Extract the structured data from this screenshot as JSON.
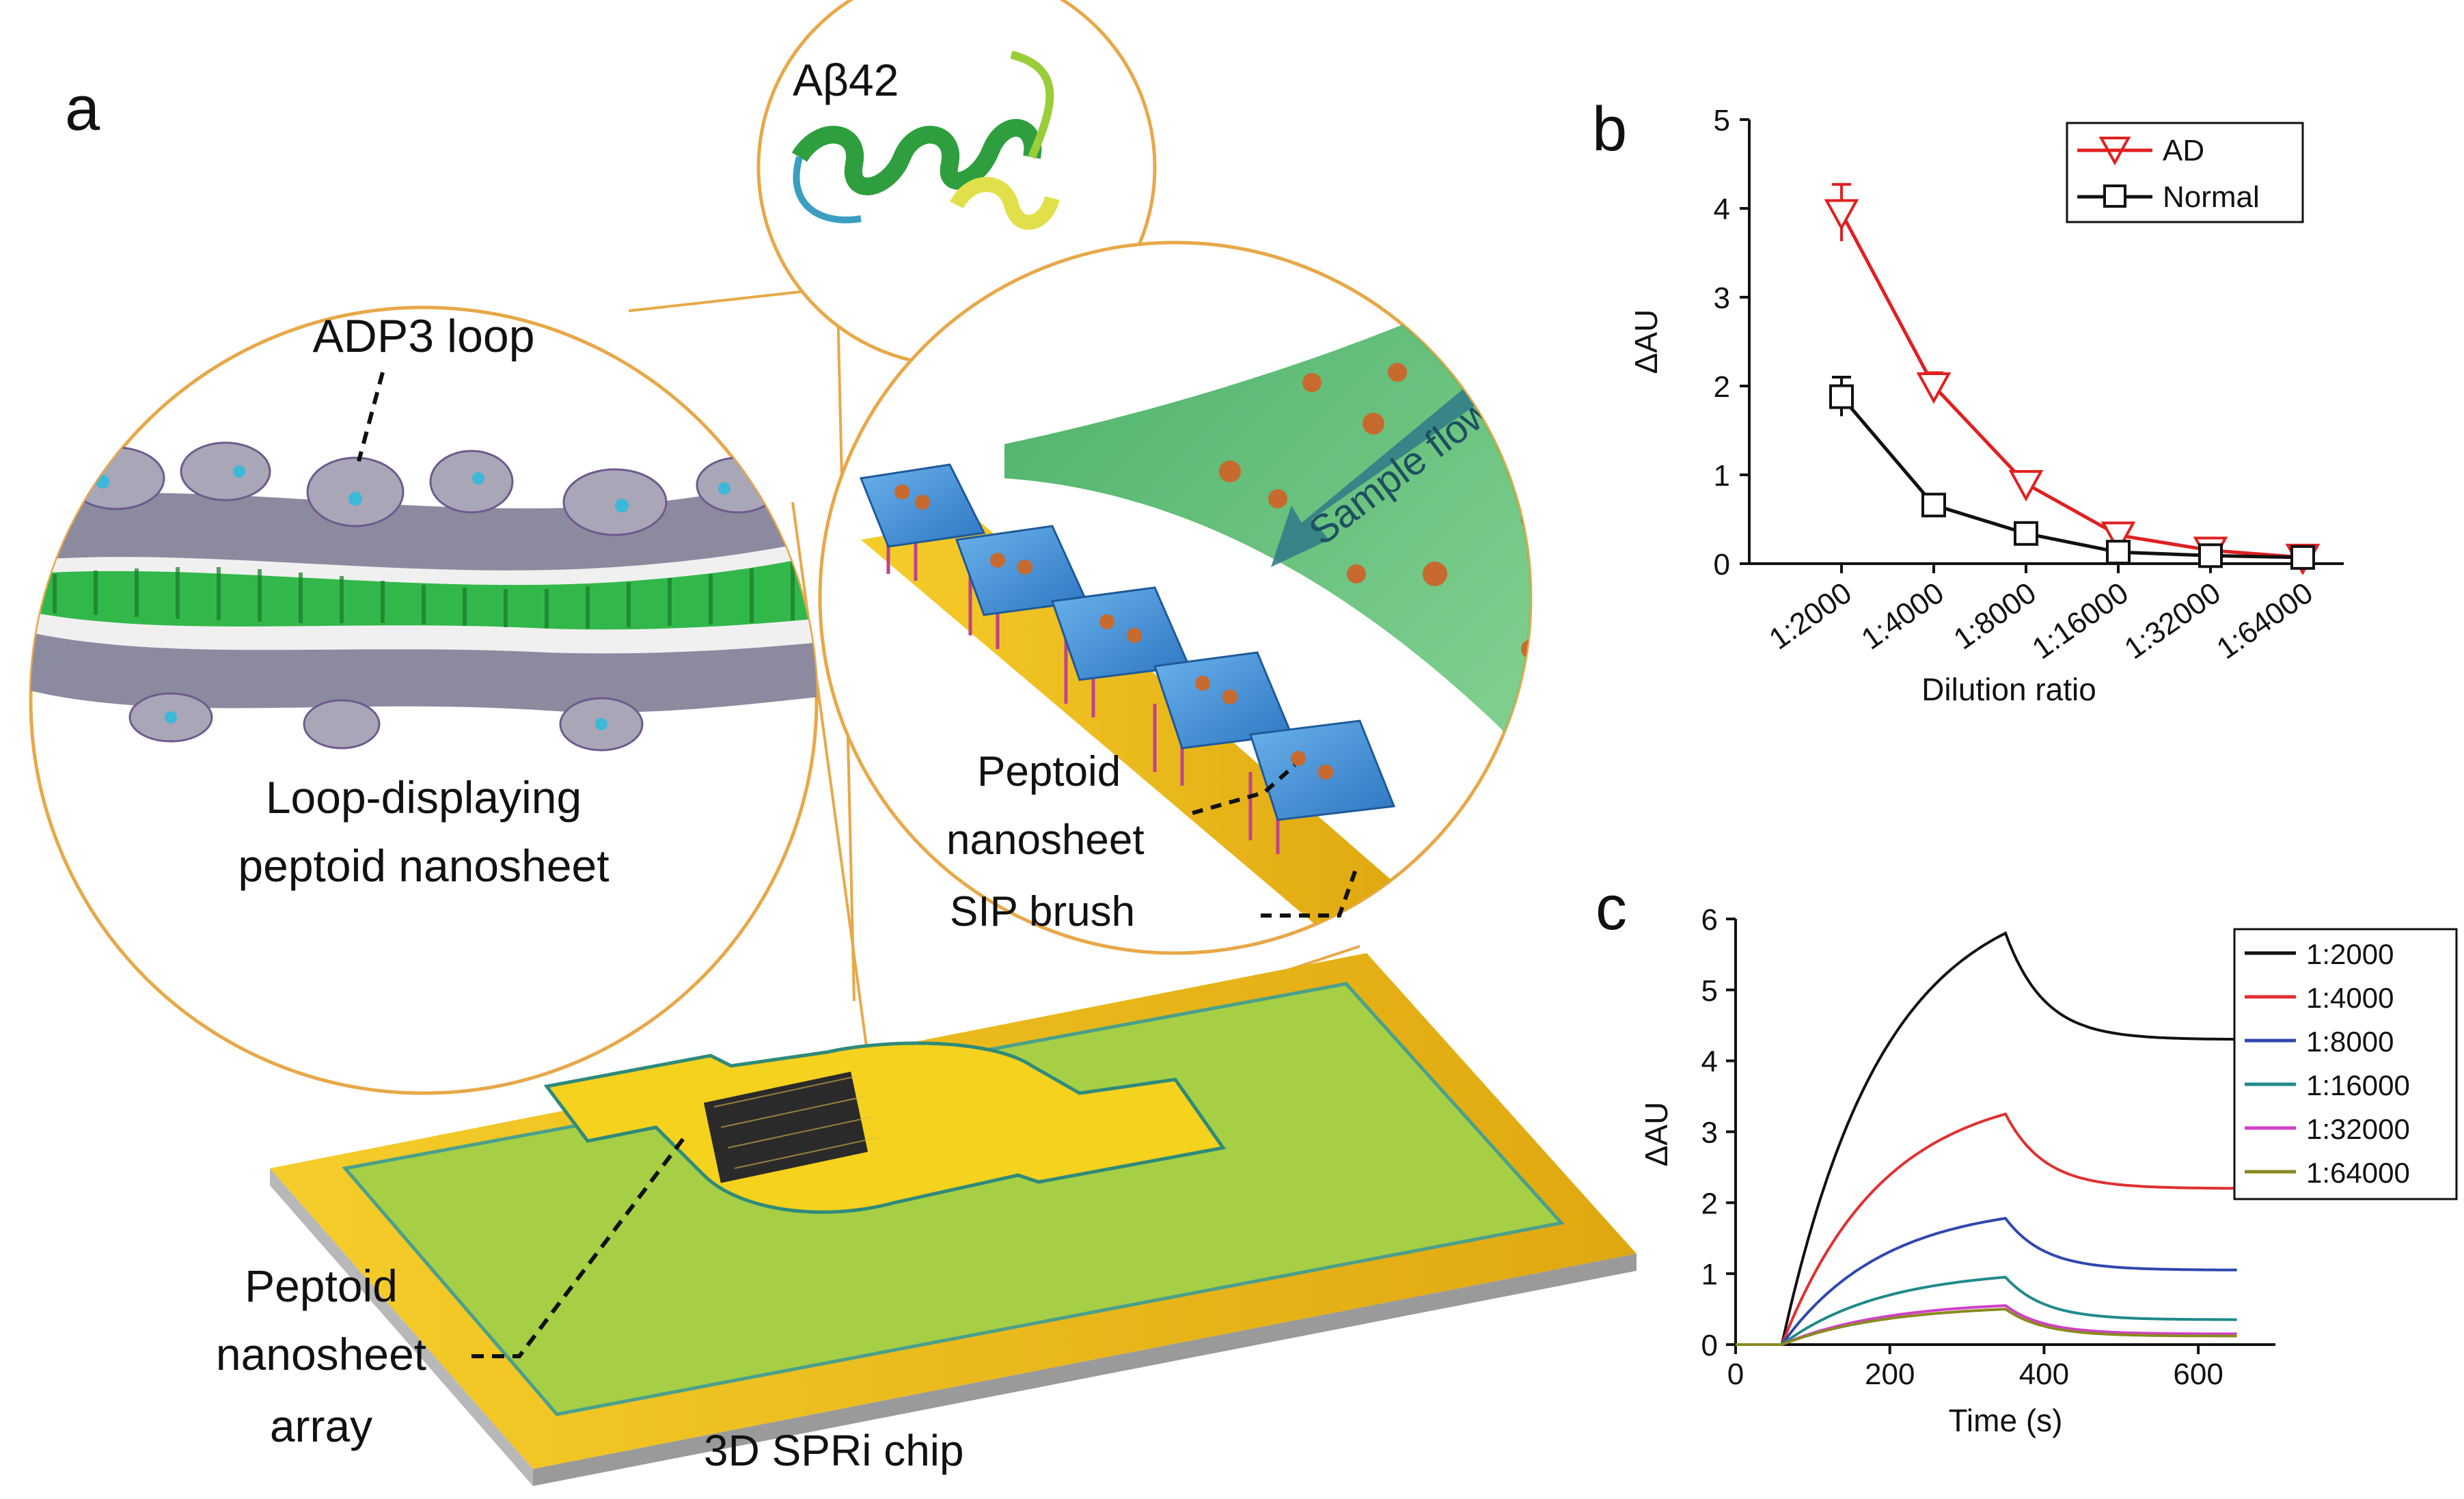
{
  "panels": {
    "a": {
      "letter": "a",
      "labels": {
        "abeta": "Aβ42",
        "adp3_loop": "ADP3 loop",
        "nanosheet_line1": "Loop-displaying",
        "nanosheet_line2": "peptoid nanosheet",
        "sample_flow": "Sample flow",
        "peptoid_line1": "Peptoid",
        "peptoid_line2": "nanosheet",
        "sip_brush": "SIP brush",
        "array_line1": "Peptoid",
        "array_line2": "nanosheet",
        "array_line3": "array",
        "chip": "3D SPRi chip"
      },
      "colors": {
        "callout": "#e8a848",
        "chip_gold": "#f2c21a",
        "chip_green": "#a6cf45",
        "flow_green": "#4fb86a",
        "sheet_blue": "#3e8fd4",
        "particle": "#c8692e",
        "helix_green": "#2f9e3e"
      }
    },
    "b": {
      "letter": "b",
      "chart_data": {
        "type": "line",
        "categories": [
          "1:2000",
          "1:4000",
          "1:8000",
          "1:16000",
          "1:32000",
          "1:64000"
        ],
        "series": [
          {
            "name": "AD",
            "values": [
              3.95,
              2.0,
              0.9,
              0.32,
              0.15,
              0.07
            ],
            "errors": [
              0.32,
              0.15,
              0.08,
              0.05,
              0.03,
              0.02
            ],
            "color": "#e02020",
            "marker": "triangle-down"
          },
          {
            "name": "Normal",
            "values": [
              1.88,
              0.66,
              0.34,
              0.13,
              0.09,
              0.07
            ],
            "errors": [
              0.22,
              0.05,
              0.04,
              0.03,
              0.02,
              0.02
            ],
            "color": "#111111",
            "marker": "square"
          }
        ],
        "xlabel": "Dilution ratio",
        "ylabel": "ΔAU",
        "ylim": [
          0,
          5
        ],
        "yticks": [
          "0",
          "1",
          "2",
          "3",
          "4",
          "5"
        ],
        "legend": "top-right",
        "grid": false
      }
    },
    "c": {
      "letter": "c",
      "chart_data": {
        "type": "line",
        "xlabel": "Time (s)",
        "ylabel": "ΔAU",
        "xlim": [
          0,
          700
        ],
        "ylim": [
          0,
          6
        ],
        "xticks": [
          "0",
          "200",
          "400",
          "600"
        ],
        "yticks": [
          "0",
          "1",
          "2",
          "3",
          "4",
          "5",
          "6"
        ],
        "legend": "top-right",
        "grid": false,
        "injection_start": 60,
        "injection_end": 350,
        "end_time": 650,
        "series": [
          {
            "name": "1:2000",
            "color": "#111111",
            "peak": 5.8,
            "plateau": 4.3
          },
          {
            "name": "1:4000",
            "color": "#e03030",
            "peak": 3.25,
            "plateau": 2.2
          },
          {
            "name": "1:8000",
            "color": "#3047b0",
            "peak": 1.78,
            "plateau": 1.05
          },
          {
            "name": "1:16000",
            "color": "#208a8a",
            "peak": 0.95,
            "plateau": 0.35
          },
          {
            "name": "1:32000",
            "color": "#d040c8",
            "peak": 0.55,
            "plateau": 0.15
          },
          {
            "name": "1:64000",
            "color": "#8a8a20",
            "peak": 0.5,
            "plateau": 0.12
          }
        ]
      }
    }
  }
}
